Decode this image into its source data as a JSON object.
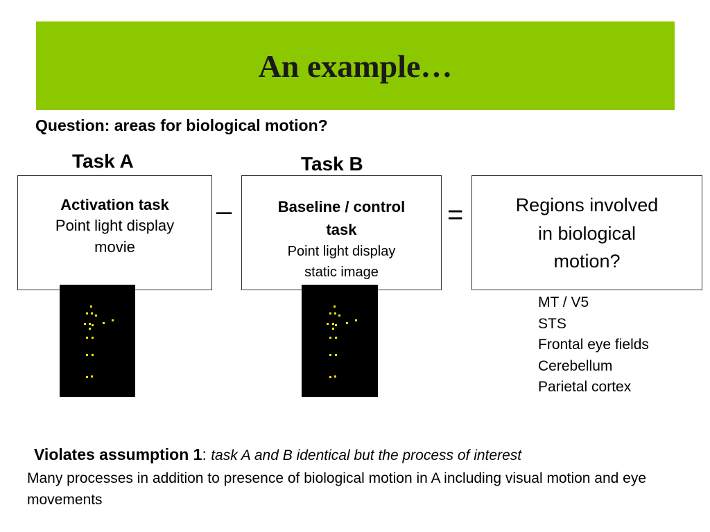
{
  "title": "An example…",
  "question": "Question: areas for biological motion?",
  "task_a": {
    "label": "Task A",
    "box_heading": "Activation task",
    "box_lines": [
      "Point light display",
      "movie"
    ]
  },
  "task_b": {
    "label": "Task B",
    "box_heading_lines": [
      "Baseline / control",
      "task"
    ],
    "box_lines": [
      "Point light display",
      "static image"
    ]
  },
  "operators": {
    "minus": "–",
    "equals": "="
  },
  "result_box": {
    "lines": [
      "Regions involved",
      "in biological",
      "motion?"
    ]
  },
  "regions": [
    "MT  / V5",
    "STS",
    "Frontal eye fields",
    "Cerebellum",
    "Parietal cortex"
  ],
  "violation": {
    "heading": "Violates assumption 1",
    "colon": ": ",
    "detail": "task A and B identical but the process of interest"
  },
  "explanation": "Many processes in addition to presence of biological motion in A including visual motion and eye movements",
  "colors": {
    "title_band": "#8cc800",
    "dot": "#f2e600",
    "panel": "#000000"
  }
}
